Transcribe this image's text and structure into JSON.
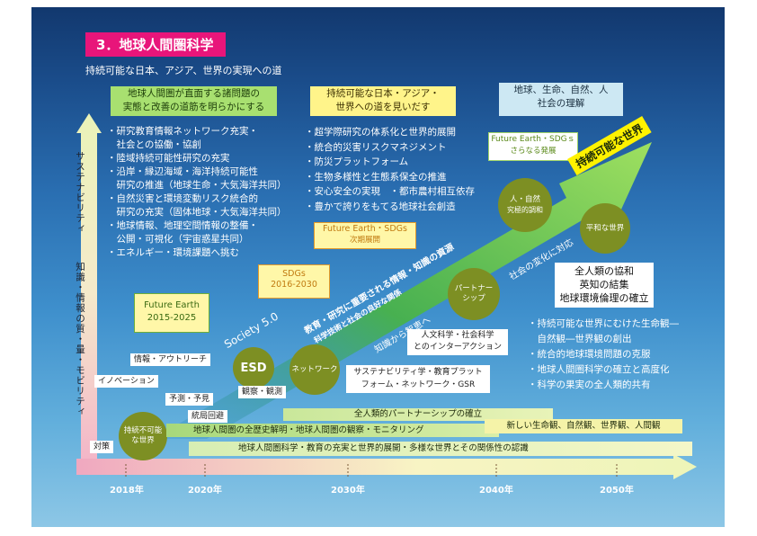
{
  "title": "3．地球人間圏科学",
  "subtitle": "持続可能な日本、アジア、世界の実現への道",
  "headers": {
    "left": [
      "地球人間圏が直面する諸問題の",
      "実態と改善の道筋を明らかにする"
    ],
    "middle": [
      "持続可能な日本・アジア・",
      "世界への道を見いだす"
    ],
    "right": [
      "地球、生命、自然、人",
      "社会の理解"
    ]
  },
  "left_list": [
    "・研究教育情報ネットワーク充実・",
    "　社会との協働・協創",
    "・陸域持続可能性研究の充実",
    "・沿岸・縁辺海域・海洋持続可能性",
    "　研究の推進（地球生命・大気海洋共同）",
    "・自然災害と環境変動リスク統合的",
    "　研究の充実（固体地球・大気海洋共同）",
    "・地球情報、地理空間情報の整備・",
    "　公開・可視化（宇宙惑星共同）",
    "・エネルギー・環境課題へ挑む"
  ],
  "middle_list": [
    "・超学際研究の体系化と世界的展開",
    "・統合的災害リスクマネジメント",
    "・防災プラットフォーム",
    "・生物多様性と生態系保全の推進",
    "・安心安全の実現　・都市農村相互依存",
    "・豊かで誇りをもてる地球社会創造"
  ],
  "right_list": [
    "・持続可能な世界にむけた生命観―",
    "　自然観―世界観の創出",
    "・統合的地球環境問題の克服",
    "・地球人間圏科学の確立と高度化",
    "・科学の果実の全人類的共有"
  ],
  "boxes": {
    "future_earth_sdgs_top": [
      "Future Earth・SDGｓ",
      "さらなる発展"
    ],
    "future_earth_sdgs_mid": [
      "Future Earth・SDGs",
      "次期展開"
    ],
    "sdgs_2016": [
      "SDGs",
      "2016-2030"
    ],
    "future_earth_2015": [
      "Future Earth",
      "2015-2025"
    ],
    "humanity": [
      "全人類の協和",
      "英知の結集",
      "地球環境倫理の確立"
    ],
    "humanities_science": [
      "人文科学・社会科学",
      "とのインターアクション"
    ],
    "sustainability_science": [
      "サステナビリティ学・教育プラット",
      "フォーム・ネットワーク・GSR"
    ]
  },
  "arrow_labels": {
    "sustainable_world": "持続可能な世界",
    "society50": "Society 5.0",
    "diagonal_main": "教育・研究に重要される情報・知識の資源",
    "diagonal_sub": "科学技術と社会の良好な関係",
    "knowledge_wisdom": "知識から智恵へ",
    "social_change": "社会の変化に対応"
  },
  "circles": {
    "unsustainable": [
      "持続不可能",
      "な世界"
    ],
    "esd": "ESD",
    "network": "ネットワーク",
    "partnership": [
      "パートナー",
      "シップ"
    ],
    "human_nature": [
      "人・自然",
      "究極的調和"
    ],
    "peaceful": "平和な世界"
  },
  "small_labels": {
    "dissemination": "情報・アウトリーチ",
    "innovation": "イノベーション",
    "prediction": "予測・予見",
    "policy": "統局回避",
    "observation": "観察・観測",
    "countermeasure": "対策"
  },
  "bands": {
    "top": "全人類的パートナーシップの確立",
    "middle": "地球人間圏の全歴史解明・地球人間圏の観察・モニタリング",
    "right_box": "新しい生命観、自然観、世界観、人間観",
    "bottom": "地球人間圏科学・教育の充実と世界的展開・多様な世界とその関係性の認識"
  },
  "vertical_labels": {
    "axis1": "サステナビリティ",
    "axis2": "知識・情報の質・量・モビリティ"
  },
  "years": [
    "2018年",
    "2020年",
    "2030年",
    "2040年",
    "2050年"
  ],
  "colors": {
    "title_bg": "#e8157a",
    "header_green": "#a8e070",
    "header_yellow": "#fff48a",
    "header_blue": "#cde8f3",
    "circle": "#7d8f23",
    "arrow_green": "#6fc23a",
    "band_green": "#c9e79a",
    "band_yellow": "#f5f3a8"
  }
}
